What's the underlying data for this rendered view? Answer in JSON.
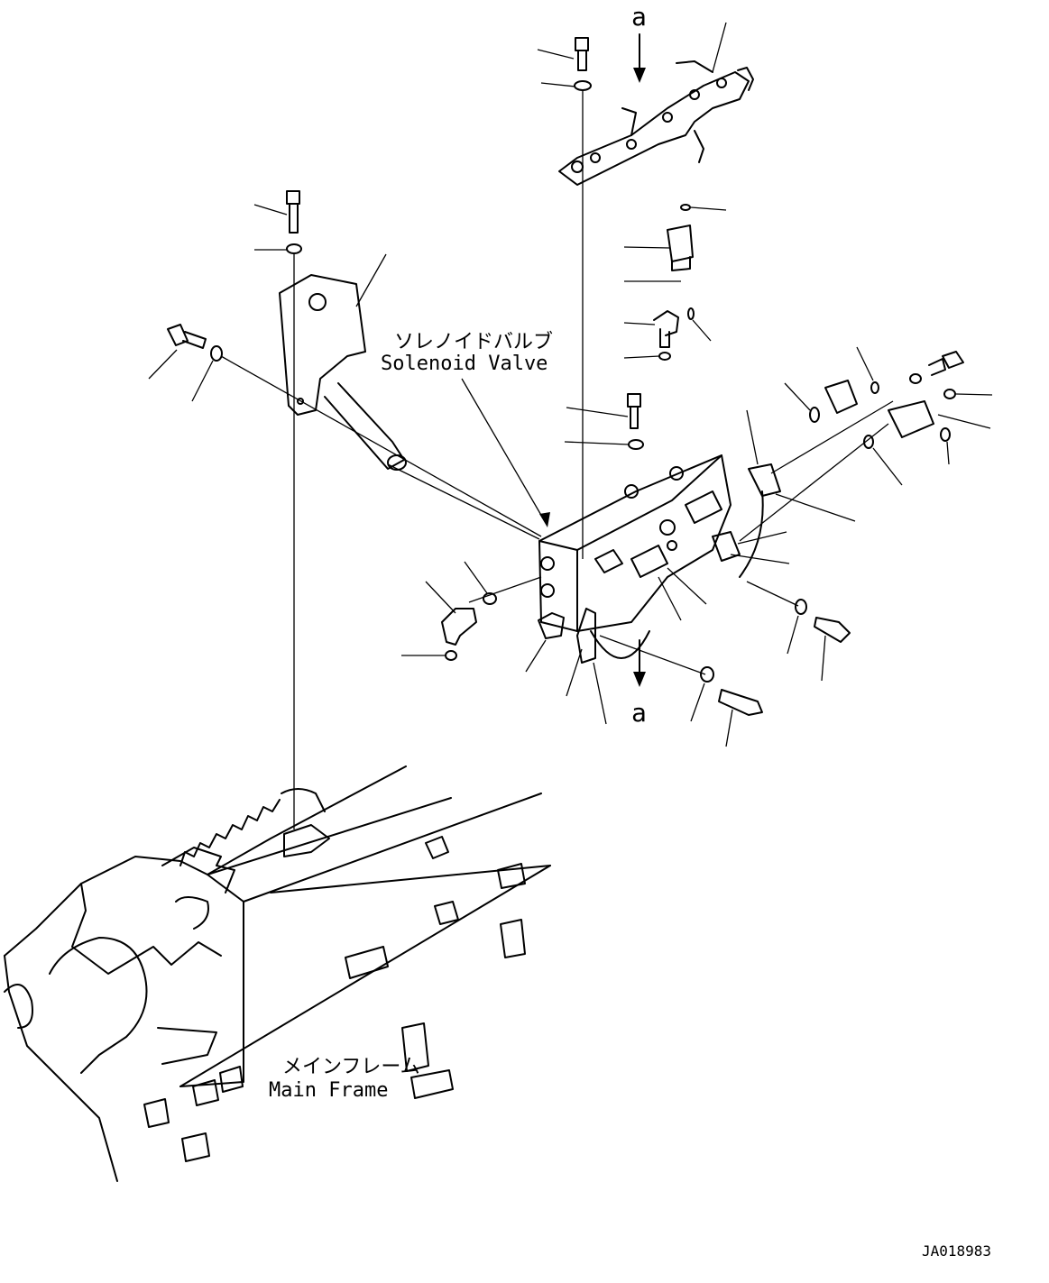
{
  "labels": {
    "solenoid_valve_jp": "ソレノイドバルブ",
    "solenoid_valve_en": "Solenoid Valve",
    "main_frame_jp": "メインフレーム",
    "main_frame_en": "Main Frame",
    "arrow_top": "a",
    "arrow_bottom": "a",
    "drawing_id": "JA018983"
  }
}
